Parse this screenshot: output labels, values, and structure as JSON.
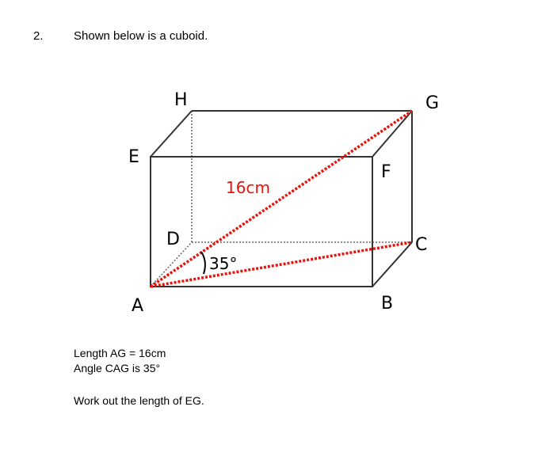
{
  "question": {
    "number": "2.",
    "text": "Shown below is a cuboid."
  },
  "vertices": {
    "H": "H",
    "G": "G",
    "E": "E",
    "F": "F",
    "D": "D",
    "C": "C",
    "A": "A",
    "B": "B"
  },
  "annotations": {
    "length_label": "16cm",
    "angle_label": "35°"
  },
  "given": {
    "line1": "Length AG = 16cm",
    "line2": "Angle CAG is 35°"
  },
  "task": "Work out the length of EG.",
  "colors": {
    "edges": "#333333",
    "highlight": "#e8140c"
  }
}
